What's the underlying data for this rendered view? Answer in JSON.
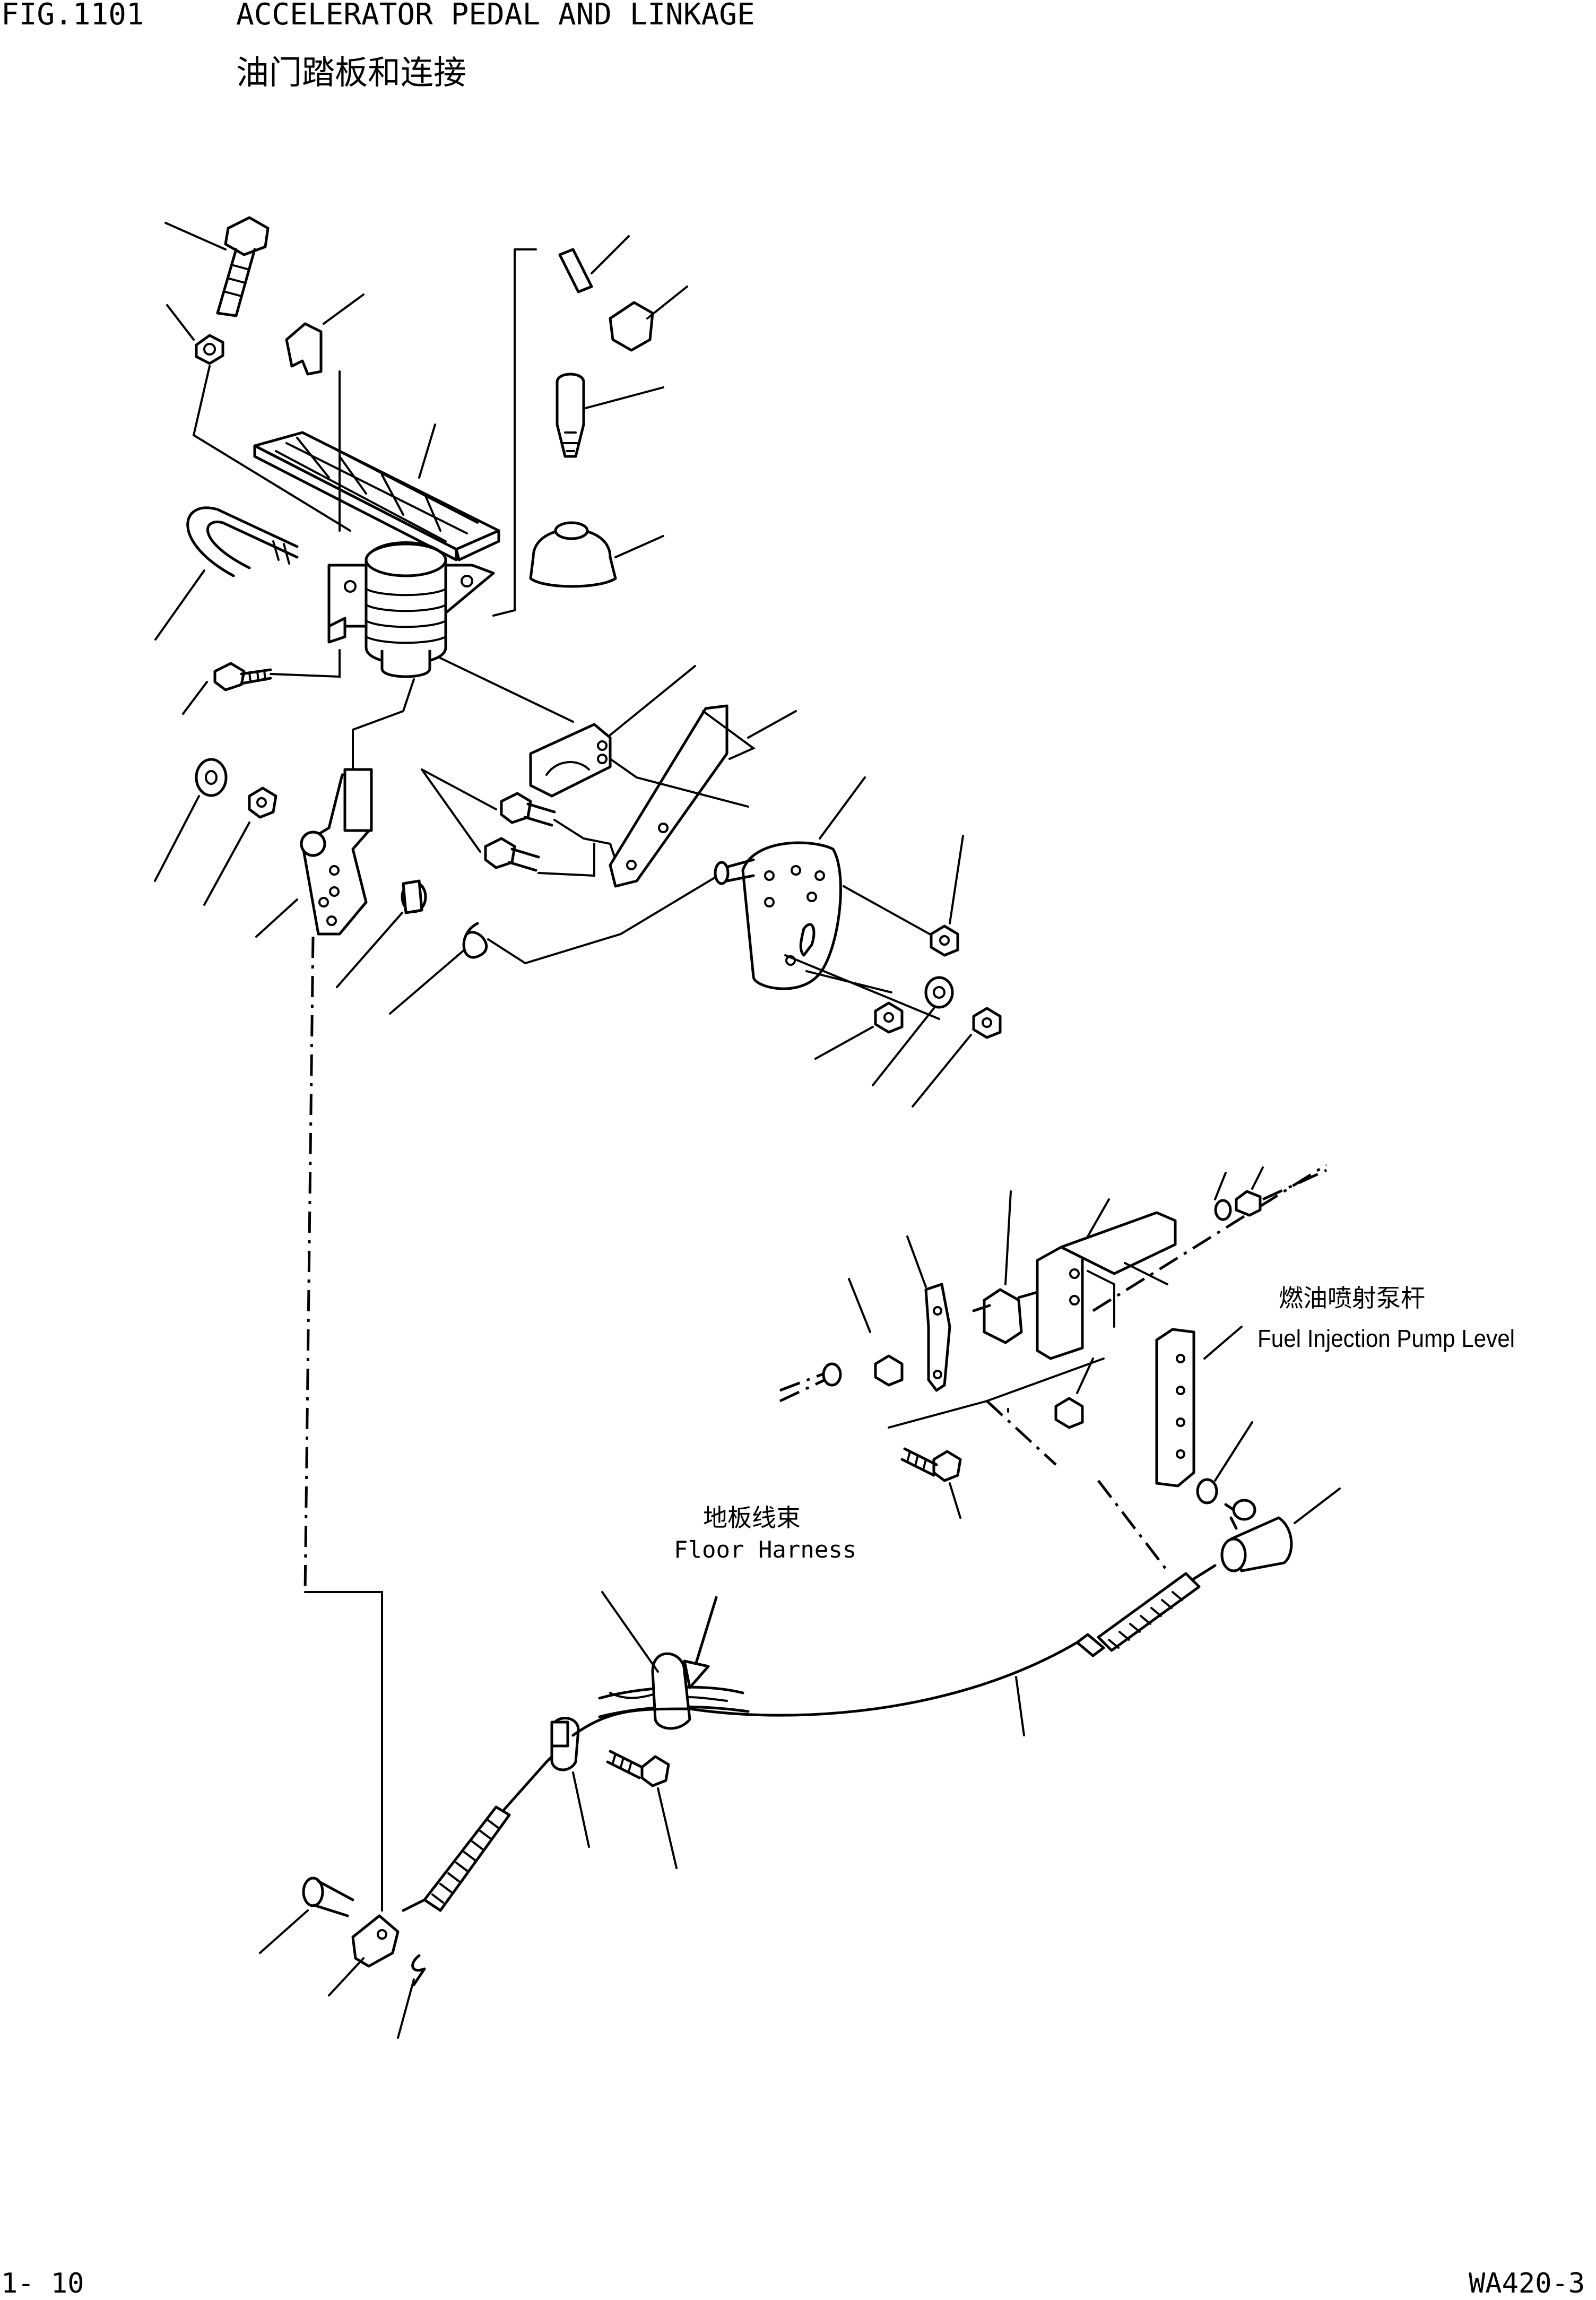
{
  "header": {
    "fig_number": "FIG.1101",
    "title_en": "ACCELERATOR PEDAL AND LINKAGE",
    "title_cn": "油门踏板和连接"
  },
  "labels": {
    "pump_cn": "燃油喷射泵杆",
    "pump_en": "Fuel Injection Pump Level",
    "harness_cn": "地板线束",
    "harness_en": "Floor Harness"
  },
  "footer": {
    "page_number": "1- 10",
    "model": "WA420-3"
  },
  "icons": {
    "colors": {
      "ink": "#000000",
      "paper": "#ffffff"
    }
  }
}
